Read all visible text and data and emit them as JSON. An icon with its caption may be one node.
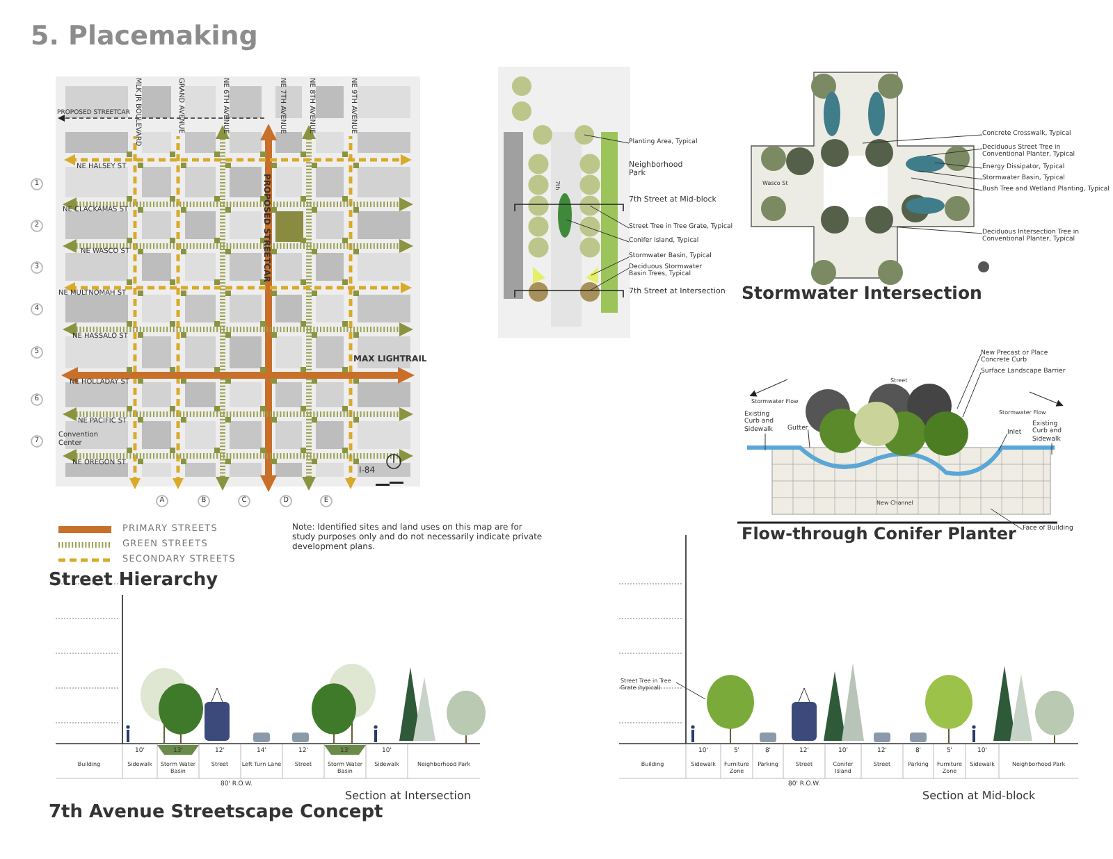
{
  "diagram": {
    "title": "5. Placemaking",
    "nodes": [
      {
        "text": [
          "Planting Area, Typical"
        ]
      },
      {
        "text": [
          "Street Tree in Tree Grate, Typical"
        ]
      },
      {
        "text": [
          "Conifer Island, Typical"
        ]
      },
      {
        "text": [
          "Stormwater Basin, Typical"
        ]
      },
      {
        "text": [
          "Deciduous Stormwater Basin Trees, Typical"
        ]
      },
      {
        "text": [
          "Concrete Crosswalk, Typical"
        ]
      },
      {
        "text": [
          "Deciduous Street Tree in Conventional Planter, Typical"
        ]
      },
      {
        "text": [
          "Energy Dissipator, Typical"
        ]
      },
      {
        "text": [
          "Stormwater Basin, Typical"
        ]
      },
      {
        "text": [
          "Bush Tree and Wetland Planting, Typical"
        ]
      },
      {
        "text": [
          "Deciduous Intersection Tree in Conventional Planter, Typical"
        ]
      },
      {
        "text": [
          "New Precast or Place Concrete Curb"
        ]
      },
      {
        "text": [
          "Surface Landscape Barrier"
        ]
      },
      {
        "text": [
          "Existing Curb and Sidewalk"
        ]
      },
      {
        "text": [
          "Gutter"
        ]
      },
      {
        "text": [
          "Inlet"
        ]
      },
      {
        "text": [
          "Existing Curb and Sidewalk"
        ]
      },
      {
        "text": [
          "Face of Building"
        ]
      },
      {
        "text": [
          "Street Tree in Tree Grate (typical)"
        ]
      }
    ],
    "edges": [
      {
        "from": 0,
        "to": null,
        "arrow": "none"
      },
      {
        "from": 1,
        "to": null,
        "arrow": "none"
      },
      {
        "from": 2,
        "to": null,
        "arrow": "none"
      },
      {
        "from": 3,
        "to": null,
        "arrow": "none"
      },
      {
        "from": 4,
        "to": null,
        "arrow": "none"
      },
      {
        "from": 5,
        "to": null,
        "arrow": "none"
      },
      {
        "from": 6,
        "to": null,
        "arrow": "none"
      },
      {
        "from": 7,
        "to": null,
        "arrow": "none"
      },
      {
        "from": 8,
        "to": null,
        "arrow": "none"
      },
      {
        "from": 9,
        "to": null,
        "arrow": "none"
      },
      {
        "from": 10,
        "to": null,
        "arrow": "none"
      },
      {
        "from": 11,
        "to": null,
        "arrow": "none"
      },
      {
        "from": 12,
        "to": null,
        "arrow": "none"
      },
      {
        "from": 13,
        "to": null,
        "arrow": "none"
      },
      {
        "from": 14,
        "to": null,
        "arrow": "none"
      },
      {
        "from": 15,
        "to": null,
        "arrow": "none"
      },
      {
        "from": 16,
        "to": null,
        "arrow": "none"
      },
      {
        "from": 17,
        "to": null,
        "arrow": "none"
      },
      {
        "from": 18,
        "to": null,
        "arrow": "none"
      }
    ],
    "labels": [
      "PROPOSED STREETCAR",
      "MLK JR BOULEVARD",
      "GRAND AVENUE",
      "NE 6TH AVENUE",
      "NE 7TH AVENUE",
      "NE 8TH AVENUE",
      "NE 9TH AVENUE",
      "NE HALSEY ST",
      "1",
      "NE CLACKAMAS ST",
      "2",
      "NE WASCO ST",
      "3",
      "NE MULTNOMAH ST",
      "4",
      "NE HASSALO ST",
      "5",
      "MAX LIGHTRAIL",
      "NE HOLLADAY ST",
      "6",
      "NE PACIFIC ST",
      "7",
      "Convention Center",
      "NE OREGON ST",
      "I-84",
      "PROPOSED STREETCAR",
      "A",
      "B",
      "C",
      "D",
      "E",
      "Note: Identified sites and land uses on this map are for study purposes only and do not necessarily indicate private development plans.",
      "Street Hierarchy",
      "7th",
      "Neighborhood Park",
      "7th Street at Mid-block",
      "7th Street at Intersection",
      "Wasco St",
      "Stormwater Intersection",
      "Street",
      "Stormwater Flow",
      "Stormwater Flow",
      "New Channel",
      "Flow-through Conifer Planter",
      "10'",
      "13'",
      "12'",
      "14'",
      "12'",
      "13'",
      "10'",
      "Building",
      "Sidewalk",
      "Storm Water Basin",
      "Street",
      "Left Turn Lane",
      "Street",
      "Storm Water Basin",
      "Sidewalk",
      "Neighborhood Park",
      "80' R.O.W.",
      "Section at Intersection",
      "7th Avenue Streetscape Concept",
      "10'",
      "5'",
      "8'",
      "12'",
      "10'",
      "12'",
      "8'",
      "5'",
      "10'",
      "Building",
      "Sidewalk",
      "Furniture Zone",
      "Parking",
      "Street",
      "Conifer Island",
      "Street",
      "Parking",
      "Furniture Zone",
      "Sidewalk",
      "Neighborhood Park",
      "80' R.O.W.",
      "Section at Mid-block"
    ],
    "legend": [
      {
        "text": "PRIMARY STREETS",
        "color": "#c8702a"
      },
      {
        "text": "GREEN STREETS"
      },
      {
        "text": "SECONDARY STREETS"
      }
    ]
  }
}
